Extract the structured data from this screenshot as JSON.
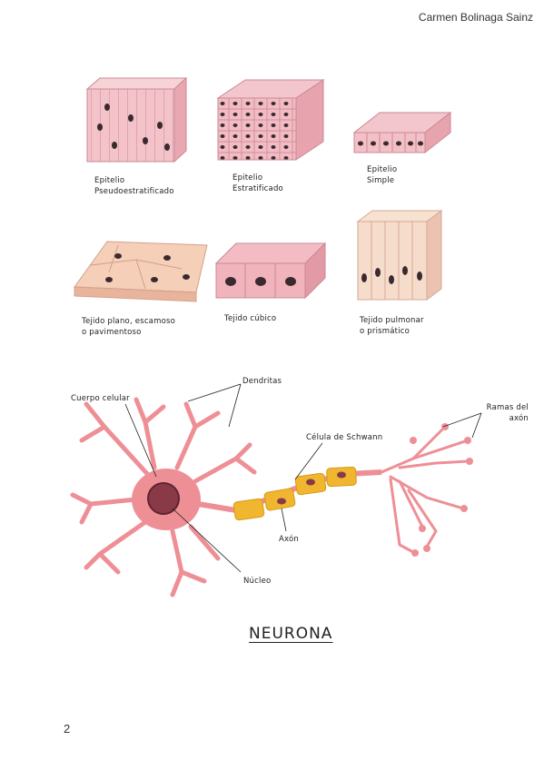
{
  "header": {
    "author": "Carmen Bolinaga Sainz"
  },
  "footer": {
    "page_number": "2"
  },
  "tissues": [
    {
      "line1": "Epitelio",
      "line2": "Pseudoestratificado"
    },
    {
      "line1": "Epitelio",
      "line2": "Estratificado"
    },
    {
      "line1": "Epitelio",
      "line2": "Simple"
    },
    {
      "line1": "Tejido plano, escamoso",
      "line2": "o pavimentoso"
    },
    {
      "line1": "Tejido cúbico",
      "line2": ""
    },
    {
      "line1": "Tejido pulmonar",
      "line2": "o prismático"
    }
  ],
  "neuron": {
    "title": "NEURONA",
    "labels": {
      "dendrites": "Dendritas",
      "cell_body": "Cuerpo celular",
      "schwann": "Célula de Schwann",
      "axon_branches_1": "Ramas del",
      "axon_branches_2": "axón",
      "axon": "Axón",
      "nucleus": "Núcleo"
    }
  },
  "colors": {
    "tissue_pink": "#f2b8c0",
    "nucleus_dark": "#3a2a30",
    "neuron_pink": "#ee8f96",
    "schwann_yellow": "#f1b630"
  }
}
